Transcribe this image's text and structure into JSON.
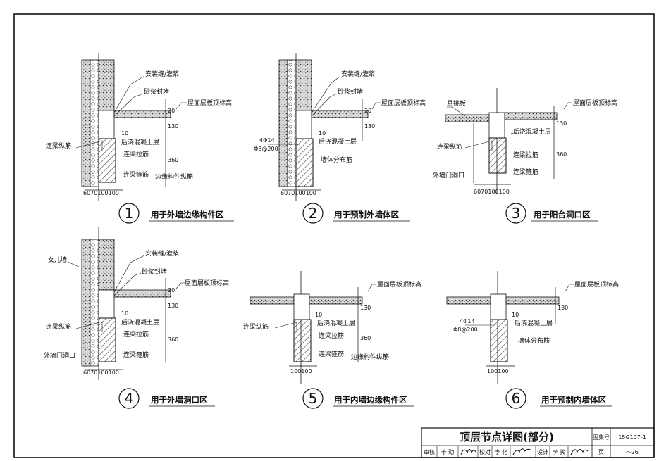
{
  "title_block": {
    "title": "顶层节点详图(部分)",
    "atlas_label": "图集号",
    "atlas_no": "15G107-1",
    "review_label": "审核",
    "reviewer": "于 劲",
    "check_label": "校对",
    "checker": "李 化",
    "design_label": "设计",
    "designer": "李 笑",
    "page_label": "页",
    "page_no": "F-26"
  },
  "details": [
    {
      "number": "1",
      "caption": "用于外墙边缘构件区",
      "labels": [
        "安装缝/灌浆",
        "砂浆封堵",
        "屋面层板顶标高",
        "后浇混凝土层",
        "连梁纵筋",
        "连梁拉筋",
        "连梁箍筋",
        "边缘构件纵筋"
      ],
      "dims": [
        "20",
        "130",
        "10",
        "360"
      ],
      "bottom_dim": "6070100100"
    },
    {
      "number": "2",
      "caption": "用于预制外墙体区",
      "labels": [
        "安装缝/灌浆",
        "砂浆封堵",
        "屋面层板顶标高",
        "后浇混凝土层",
        "墙体分布筋",
        "4Φ14",
        "Φ8@200"
      ],
      "dims": [
        "20",
        "130",
        "10"
      ],
      "bottom_dim": "6070100100"
    },
    {
      "number": "3",
      "caption": "用于阳台洞口区",
      "labels": [
        "悬挑板",
        "屋面层板顶标高",
        "后浇混凝土层",
        "连梁纵筋",
        "连梁拉筋",
        "外墙门洞口",
        "连梁箍筋"
      ],
      "dims": [
        "130",
        "10",
        "360"
      ],
      "bottom_dim": "6070100100"
    },
    {
      "number": "4",
      "caption": "用于外墙洞口区",
      "labels": [
        "女儿墙",
        "安装缝/灌浆",
        "砂浆封堵",
        "屋面层板顶标高",
        "后浇混凝土层",
        "连梁纵筋",
        "连梁拉筋",
        "外墙门洞口",
        "连梁箍筋"
      ],
      "dims": [
        "20",
        "130",
        "10",
        "360"
      ],
      "bottom_dim": "6070100100"
    },
    {
      "number": "5",
      "caption": "用于内墙边缘构件区",
      "labels": [
        "屋面层板顶标高",
        "连梁纵筋",
        "后浇混凝土层",
        "连梁拉筋",
        "连梁箍筋",
        "边缘构件纵筋"
      ],
      "dims": [
        "130",
        "10",
        "360"
      ],
      "bottom_dim": "100100"
    },
    {
      "number": "6",
      "caption": "用于预制内墙体区",
      "labels": [
        "屋面层板顶标高",
        "4Φ14",
        "Φ8@200",
        "后浇混凝土层",
        "墙体分布筋"
      ],
      "dims": [
        "130",
        "10"
      ],
      "bottom_dim": "100100"
    }
  ]
}
